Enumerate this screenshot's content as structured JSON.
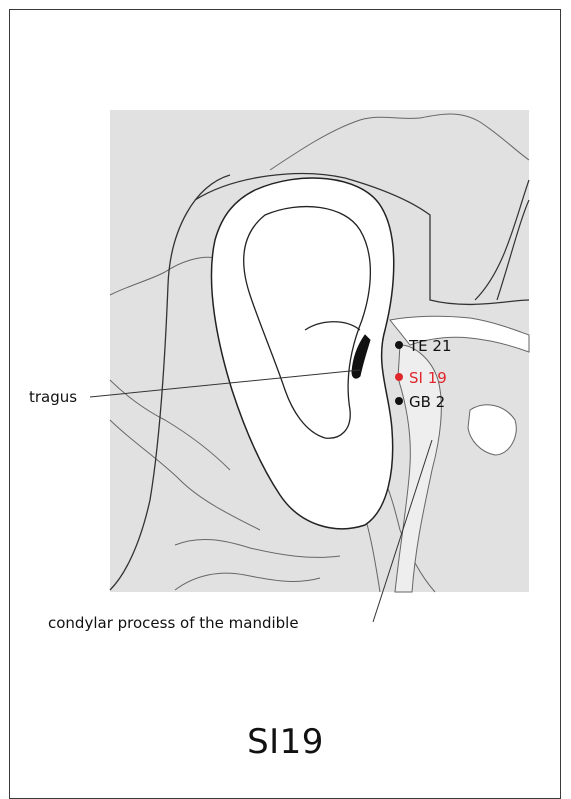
{
  "title": "SI19",
  "points": [
    {
      "label": "TE 21",
      "color": "#111111"
    },
    {
      "label": "SI 19",
      "color": "#e0262b"
    },
    {
      "label": "GB 2",
      "color": "#111111"
    }
  ],
  "annotations": {
    "tragus": "tragus",
    "condyle": "condylar process of the mandible"
  },
  "colors": {
    "background_panel": "#e1e1e1",
    "outline": "#555555",
    "highlight": "#e0262b"
  }
}
